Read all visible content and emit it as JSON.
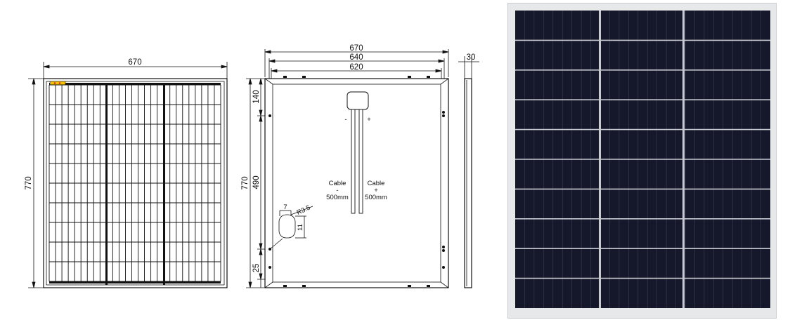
{
  "front_view": {
    "width_label": "670",
    "height_label": "770"
  },
  "back_view": {
    "overall_width": "670",
    "hole_span_outer": "640",
    "hole_span_inner": "620",
    "overall_height": "770",
    "top_offset": "140",
    "hole_spacing": "490",
    "bottom_offset": "25",
    "slot_width": "7",
    "slot_radius": "R3.5",
    "slot_length": "11",
    "junction_minus": "-",
    "junction_plus": "+",
    "cable_left": {
      "title": "Cable",
      "polarity": "-",
      "length": "500mm"
    },
    "cable_right": {
      "title": "Cable",
      "polarity": "+",
      "length": "500mm"
    }
  },
  "side_view": {
    "thickness": "30"
  },
  "colors": {
    "cell": "#ffffff",
    "cell_grid": "#111111",
    "frame": "#111111",
    "label_strip": "#f2c200",
    "label_dot": "#d8242a",
    "photo_frame": "#e7e8ea",
    "photo_cell": "#15172a",
    "photo_grid": "#c8cad2"
  }
}
